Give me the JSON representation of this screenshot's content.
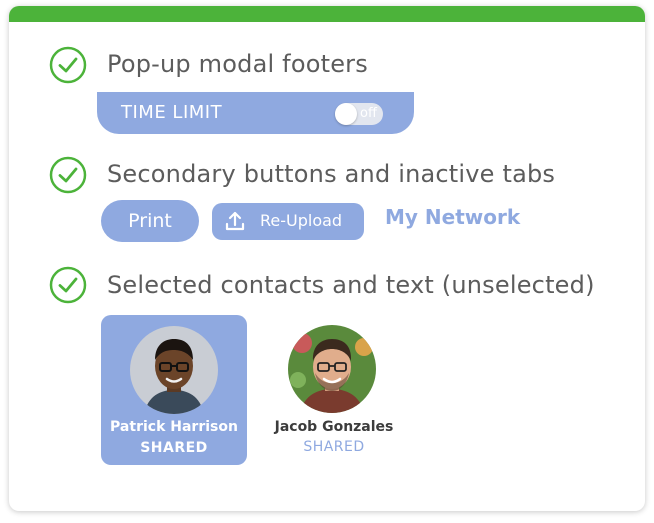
{
  "colors": {
    "accent_green": "#4cb33a",
    "accent_blue": "#8fa9e0",
    "heading_text": "#5c5c5c"
  },
  "sections": [
    {
      "heading": "Pop-up modal footers",
      "icon": "check-circle-icon"
    },
    {
      "heading": "Secondary buttons and inactive tabs",
      "icon": "check-circle-icon"
    },
    {
      "heading": "Selected contacts and text (unselected)",
      "icon": "check-circle-icon"
    }
  ],
  "modal_footer": {
    "label": "TIME LIMIT",
    "toggle_state": "off"
  },
  "buttons": {
    "print_label": "Print",
    "reupload_label": "Re-Upload",
    "reupload_icon": "upload-icon",
    "network_tab_label": "My Network"
  },
  "contacts": [
    {
      "name": "Patrick Harrison",
      "status": "SHARED",
      "selected": true
    },
    {
      "name": "Jacob Gonzales",
      "status": "SHARED",
      "selected": false
    }
  ]
}
